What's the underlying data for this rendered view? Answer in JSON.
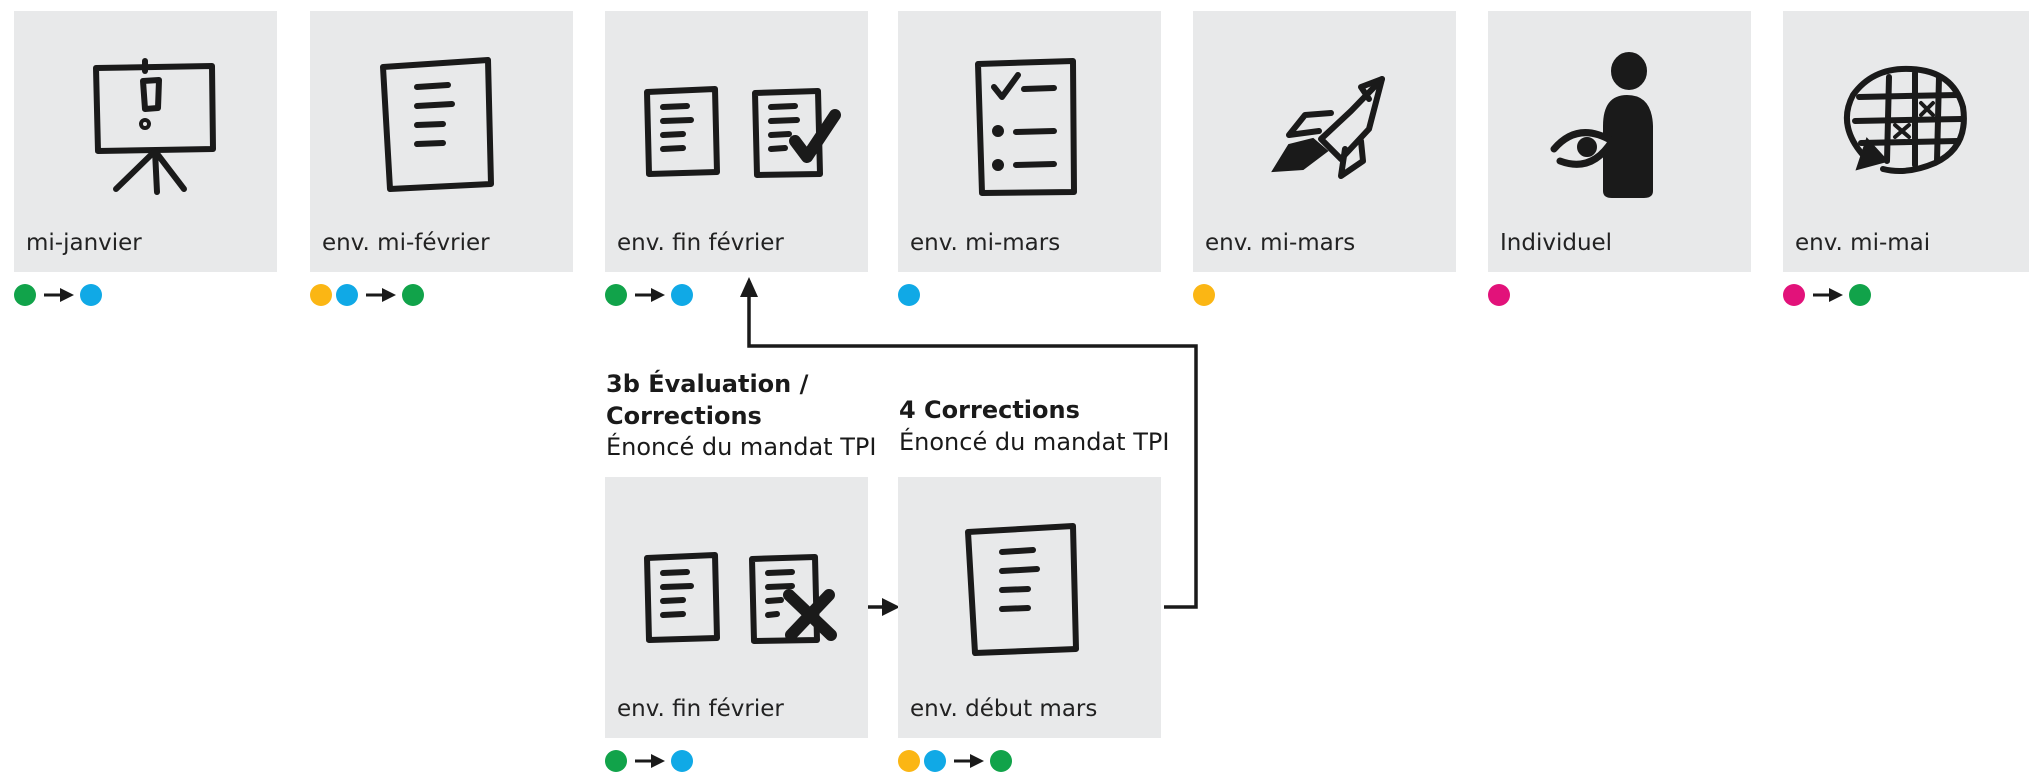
{
  "colors": {
    "green": "#11a34a",
    "blue": "#10a9e6",
    "yellow": "#fbb614",
    "magenta": "#e2127a",
    "card": "#e8e9ea",
    "ink": "#1a1a1a"
  },
  "top_cards": [
    {
      "icon": "presentation-easel-icon",
      "date": "mi-janvier",
      "dots": [
        "green",
        "arrow",
        "blue"
      ]
    },
    {
      "icon": "document-icon",
      "date": "env. mi-février",
      "dots": [
        "yellow",
        "blue",
        "arrow",
        "green"
      ]
    },
    {
      "icon": "documents-approved-icon",
      "date": "env. fin février",
      "dots": [
        "green",
        "arrow",
        "blue"
      ]
    },
    {
      "icon": "checklist-icon",
      "date": "env. mi-mars",
      "dots": [
        "blue"
      ]
    },
    {
      "icon": "rocket-icon",
      "date": "env. mi-mars",
      "dots": [
        "yellow"
      ]
    },
    {
      "icon": "person-observer-icon",
      "date": "Individuel",
      "dots": [
        "magenta"
      ]
    },
    {
      "icon": "grid-cycle-icon",
      "date": "env. mi-mai",
      "dots": [
        "magenta",
        "arrow",
        "green"
      ]
    }
  ],
  "bottom_cards": [
    {
      "title_line1": "3b Évaluation /",
      "title_line2": "Corrections",
      "subtitle": "Énoncé du mandat TPI",
      "icon": "documents-rejected-icon",
      "date": "env. fin février",
      "dots": [
        "green",
        "arrow",
        "blue"
      ]
    },
    {
      "title_line1": "4 Corrections",
      "subtitle": "Énoncé du mandat TPI",
      "icon": "document-icon",
      "date": "env. début mars",
      "dots": [
        "yellow",
        "blue",
        "arrow",
        "green"
      ]
    }
  ]
}
